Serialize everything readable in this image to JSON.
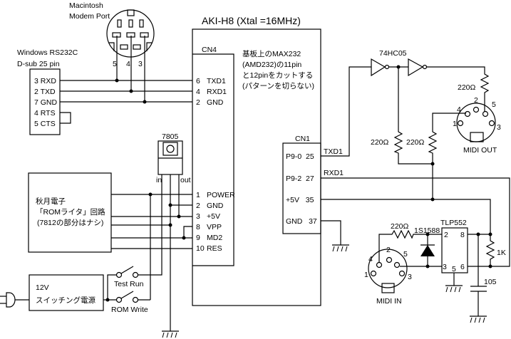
{
  "title": "AKI-H8 (Xtal =16MHz)",
  "mac": {
    "line1": "Macintosh",
    "line2": "Modem Port",
    "pins": [
      "5",
      "4",
      "3"
    ]
  },
  "dsub": {
    "line1": "Windows RS232C",
    "line2": "D-sub 25 pin",
    "pins": [
      "3 RXD",
      "2 TXD",
      "7 GND",
      "4 RTS",
      "5 CTS"
    ]
  },
  "cn4": {
    "label": "CN4",
    "top_pins": [
      "6",
      "TXD1",
      "4",
      "RXD1",
      "2",
      "GND"
    ],
    "bottom_pins": [
      "1",
      "POWER",
      "2",
      "GND",
      "3",
      "+5V",
      "8",
      "VPP",
      "9",
      "MD2",
      "10",
      "RES"
    ]
  },
  "note": [
    "基板上のMAX232",
    "(AMD232)の11pin",
    "と12pinをカットする",
    "(パターンを切らない)"
  ],
  "regulator": {
    "label": "7805",
    "in": "in",
    "out": "out"
  },
  "akizuki": [
    "秋月電子",
    "「ROMライタ」回路",
    "(7812の部分はナシ)"
  ],
  "power": [
    "12V",
    "スイッチング電源"
  ],
  "switches": [
    "Test Run",
    "ROM Write"
  ],
  "cn1": {
    "label": "CN1",
    "pins": [
      "P9-0  25",
      "P9-2  27",
      "+5V   35",
      "GND   37"
    ],
    "signals": [
      "TXD1",
      "RXD1"
    ]
  },
  "inverter": "74HC05",
  "resistors": {
    "r_out": "220Ω",
    "r_a": "220Ω",
    "r_b": "220Ω",
    "r_in": "220Ω",
    "r_1k": "1K"
  },
  "midi_out": {
    "label": "MIDI OUT",
    "pins": [
      "4",
      "2",
      "5",
      "1",
      "3"
    ]
  },
  "midi_in": {
    "label": "MIDI IN",
    "pins": [
      "4",
      "2",
      "5",
      "1",
      "3"
    ]
  },
  "diode": "1S1588",
  "opto": {
    "label": "TLP552",
    "pins": [
      "2",
      "8",
      "3",
      "5",
      "6"
    ]
  },
  "capacitor": "105"
}
